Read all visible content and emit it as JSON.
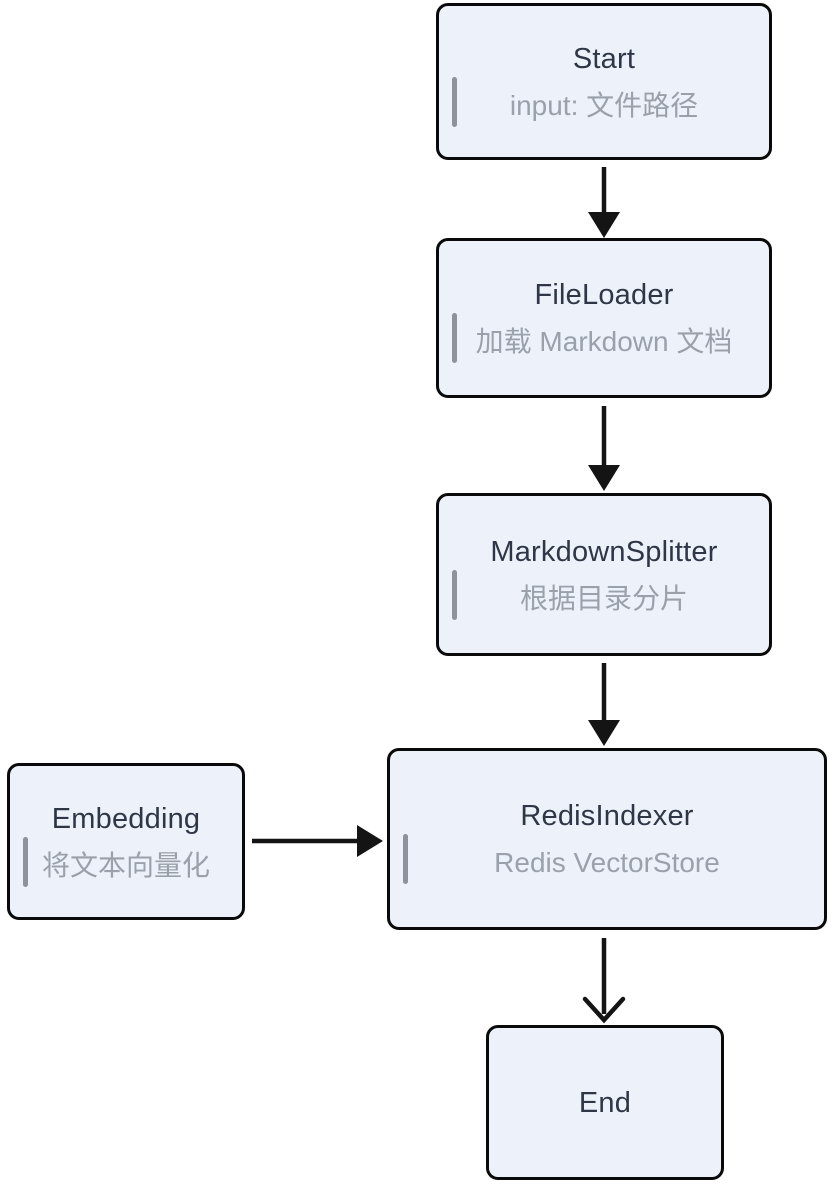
{
  "diagram": {
    "type": "flowchart",
    "direction": "top-down",
    "background_color": "#ffffff"
  },
  "style": {
    "node_fill": "#edf1fa",
    "node_border_color": "#0a0a0a",
    "title_color": "#2f3747",
    "subtitle_color": "#9aa1aa",
    "grip_bar_color": "#8d939c",
    "arrow_color": "#141414"
  },
  "nodes": [
    {
      "id": "start",
      "title": "Start",
      "subtitle": "input: 文件路径"
    },
    {
      "id": "fileloader",
      "title": "FileLoader",
      "subtitle": "加载 Markdown 文档"
    },
    {
      "id": "markdownsplitter",
      "title": "MarkdownSplitter",
      "subtitle": "根据目录分片"
    },
    {
      "id": "embedding",
      "title": "Embedding",
      "subtitle": "将文本向量化"
    },
    {
      "id": "redisindexer",
      "title": "RedisIndexer",
      "subtitle": "Redis VectorStore"
    },
    {
      "id": "end",
      "title": "End"
    }
  ],
  "edges": [
    {
      "from": "Start",
      "to": "FileLoader",
      "arrowhead": "solid-triangle"
    },
    {
      "from": "FileLoader",
      "to": "MarkdownSplitter",
      "arrowhead": "solid-triangle"
    },
    {
      "from": "MarkdownSplitter",
      "to": "RedisIndexer",
      "arrowhead": "solid-triangle"
    },
    {
      "from": "Embedding",
      "to": "RedisIndexer",
      "arrowhead": "solid-triangle"
    },
    {
      "from": "RedisIndexer",
      "to": "End",
      "arrowhead": "open-chevron"
    }
  ]
}
